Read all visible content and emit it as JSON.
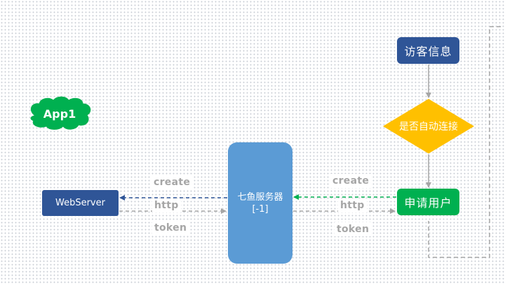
{
  "nodes": {
    "app": "App1",
    "visitor": "访客信息",
    "decision": "是否自动连接",
    "apply": "申请用户",
    "webserver": "WebServer",
    "qiyu_title": "七鱼服务器",
    "qiyu_sub": "[-1]"
  },
  "left_labels": {
    "create": "create",
    "http": "http",
    "token": "token"
  },
  "right_labels": {
    "create": "create",
    "http": "http",
    "token": "token"
  },
  "colors": {
    "dark_blue": "#2f5597",
    "green": "#00b050",
    "light_blue": "#5b9bd5",
    "yellow": "#ffc000",
    "gray_line": "#a6a6a6"
  }
}
